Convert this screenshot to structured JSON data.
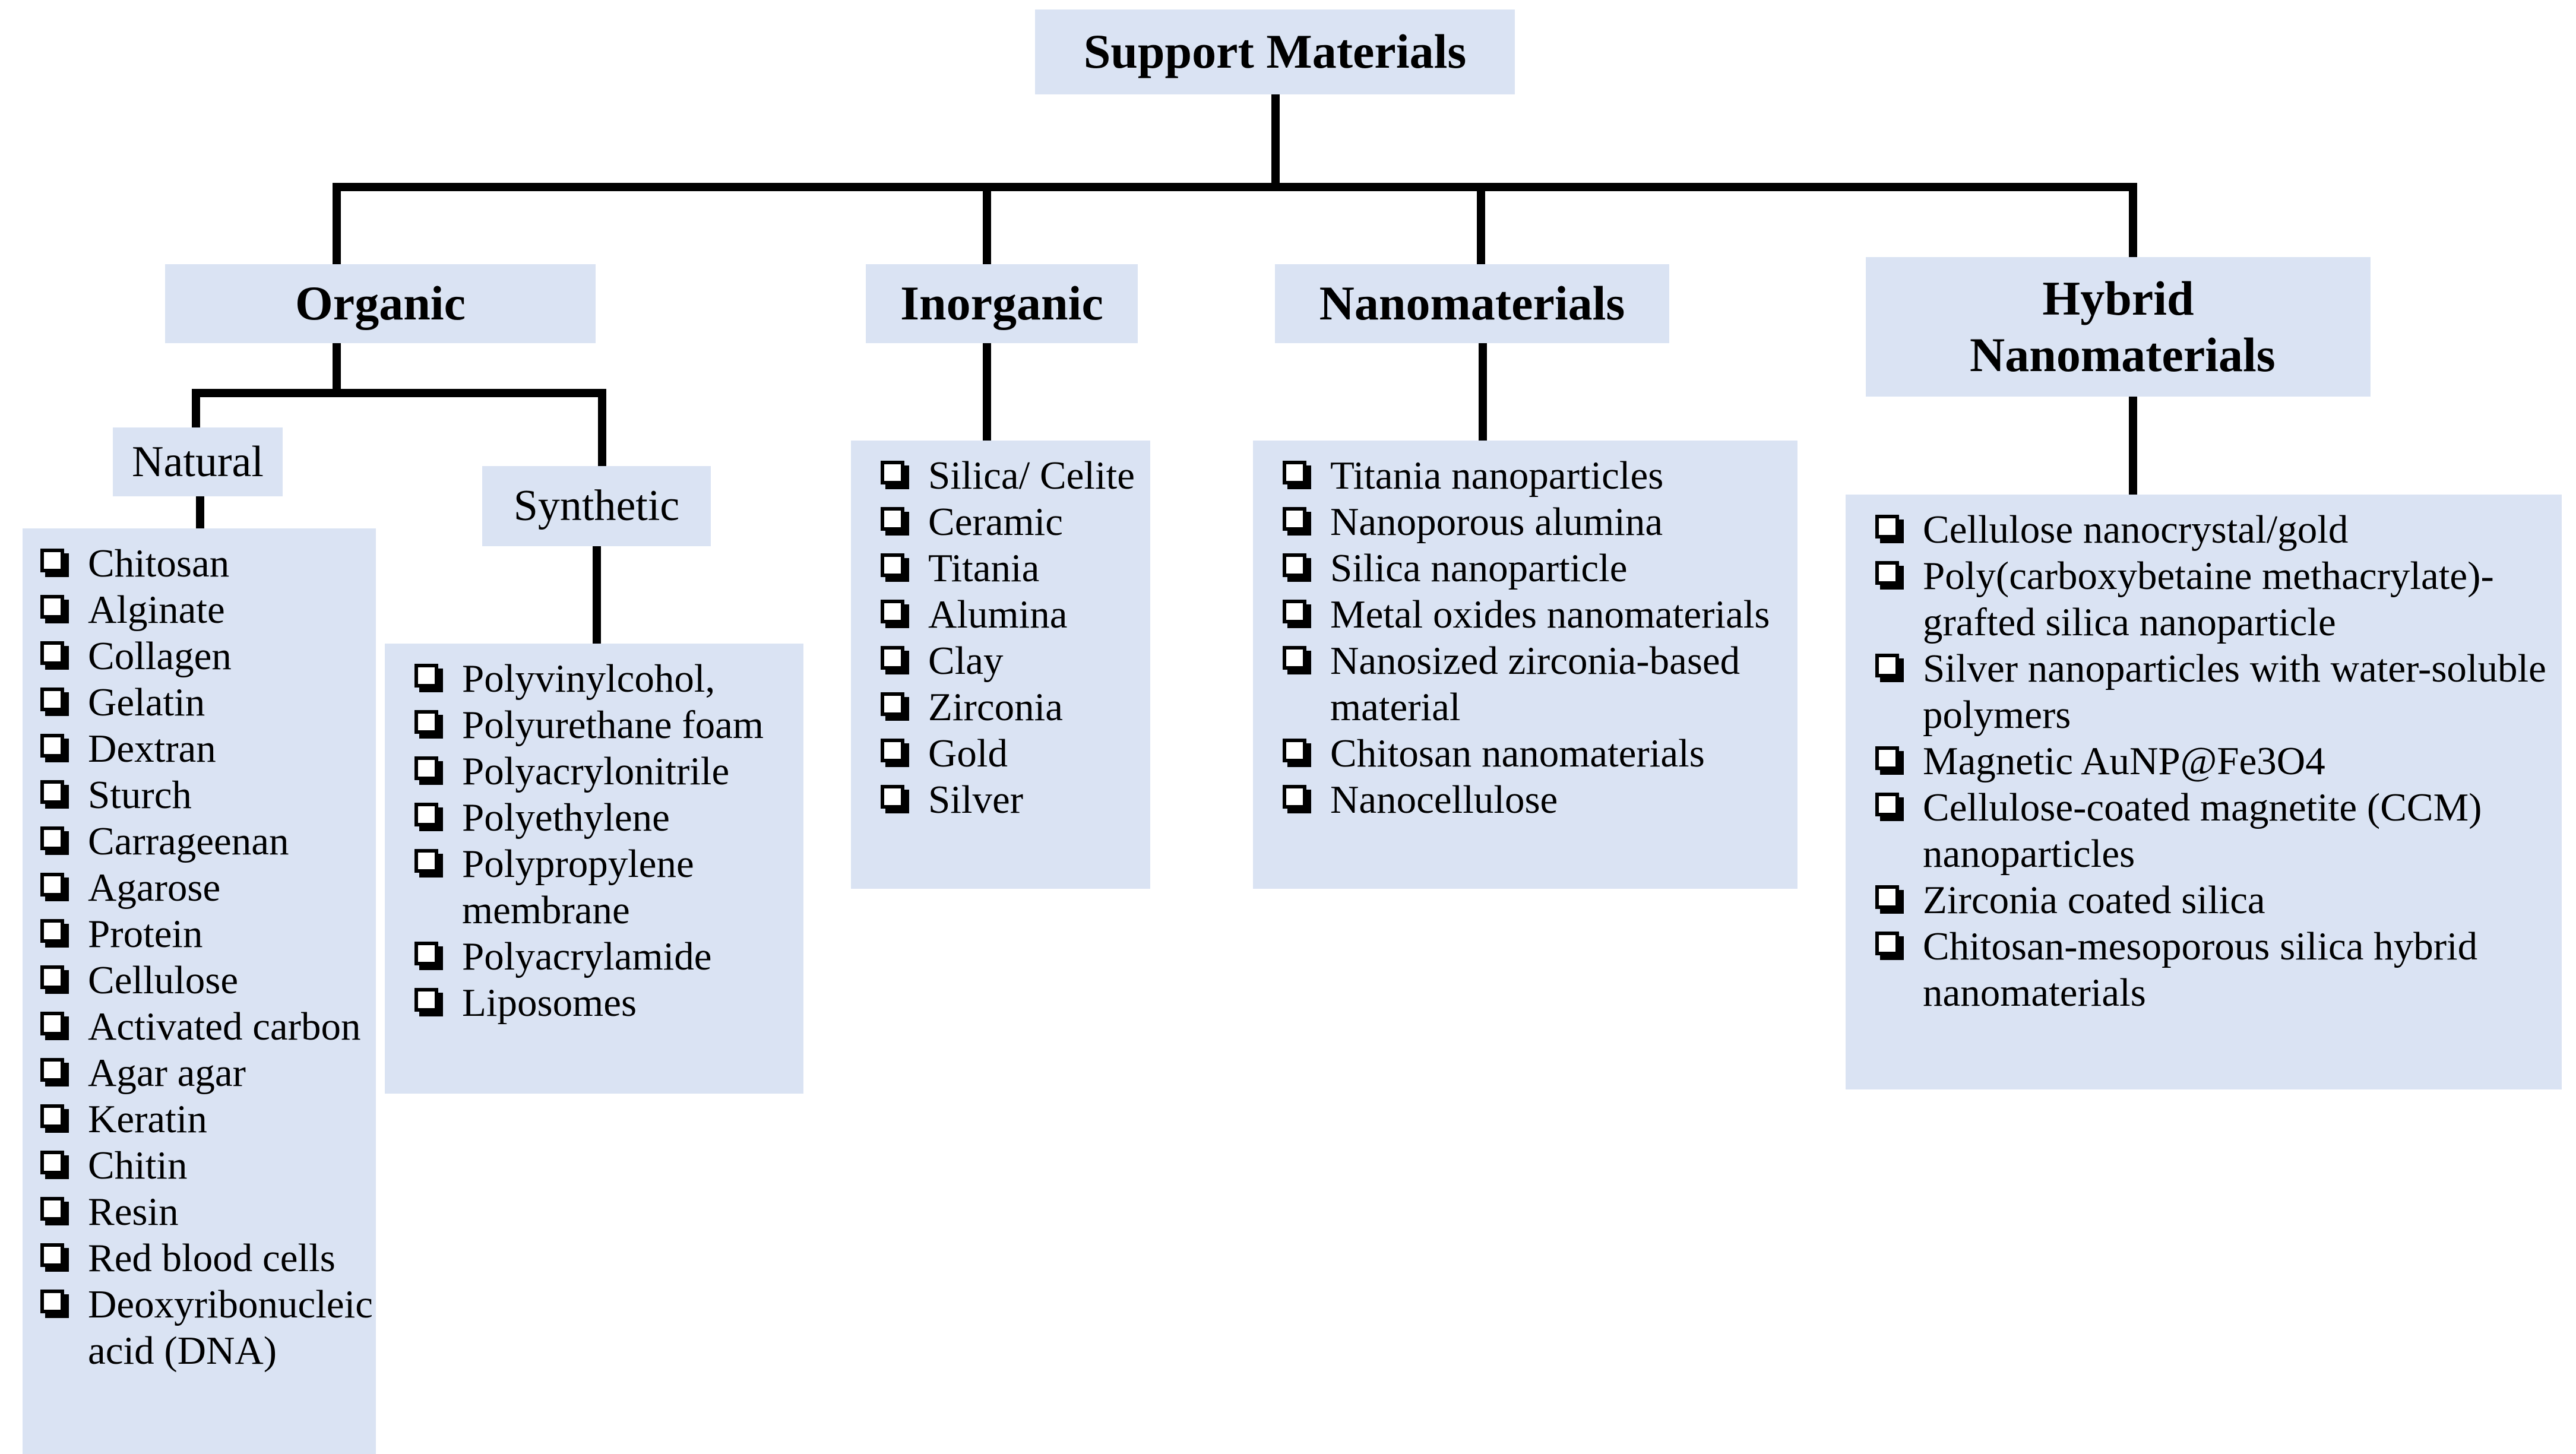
{
  "root": {
    "label": "Support Materials"
  },
  "categories": [
    {
      "id": "organic",
      "label": "Organic"
    },
    {
      "id": "inorganic",
      "label": "Inorganic"
    },
    {
      "id": "nanomaterials",
      "label": "Nanomaterials"
    },
    {
      "id": "hybrid",
      "label": "Hybrid Nanomaterials"
    }
  ],
  "organic": {
    "natural": {
      "label": "Natural",
      "items": [
        "Chitosan",
        "Alginate",
        "Collagen",
        "Gelatin",
        "Dextran",
        "Sturch",
        "Carrageenan",
        "Agarose",
        "Protein",
        "Cellulose",
        "Activated carbon",
        "Agar agar",
        "Keratin",
        "Chitin",
        "Resin",
        "Red blood cells",
        "Deoxyribonucleic acid (DNA)"
      ]
    },
    "synthetic": {
      "label": "Synthetic",
      "items": [
        "Polyvinylcohol,",
        "Polyurethane foam",
        "Polyacrylonitrile",
        "Polyethylene",
        "Polypropylene membrane",
        "Polyacrylamide",
        "Liposomes"
      ]
    }
  },
  "inorganic": {
    "items": [
      "Silica/ Celite",
      "Ceramic",
      "Titania",
      "Alumina",
      "Clay",
      "Zirconia",
      "Gold",
      "Silver"
    ]
  },
  "nanomaterials": {
    "items": [
      "Titania nanoparticles",
      "Nanoporous alumina",
      "Silica nanoparticle",
      "Metal oxides nanomaterials",
      "Nanosized zirconia-based material",
      "Chitosan nanomaterials",
      "Nanocellulose"
    ]
  },
  "hybrid": {
    "items": [
      "Cellulose nanocrystal/gold",
      "Poly(carboxybetaine methacrylate)-grafted silica nanoparticle",
      "Silver nanoparticles with water-soluble polymers",
      "Magnetic AuNP@Fe3O4",
      "Cellulose-coated magnetite (CCM) nanoparticles",
      "Zirconia coated silica",
      "Chitosan-mesoporous silica hybrid nanomaterials"
    ]
  },
  "colors": {
    "box_fill": "#dae3f3",
    "line": "#000000"
  },
  "icons": {
    "bullet": "checkbox-bullet-icon"
  }
}
